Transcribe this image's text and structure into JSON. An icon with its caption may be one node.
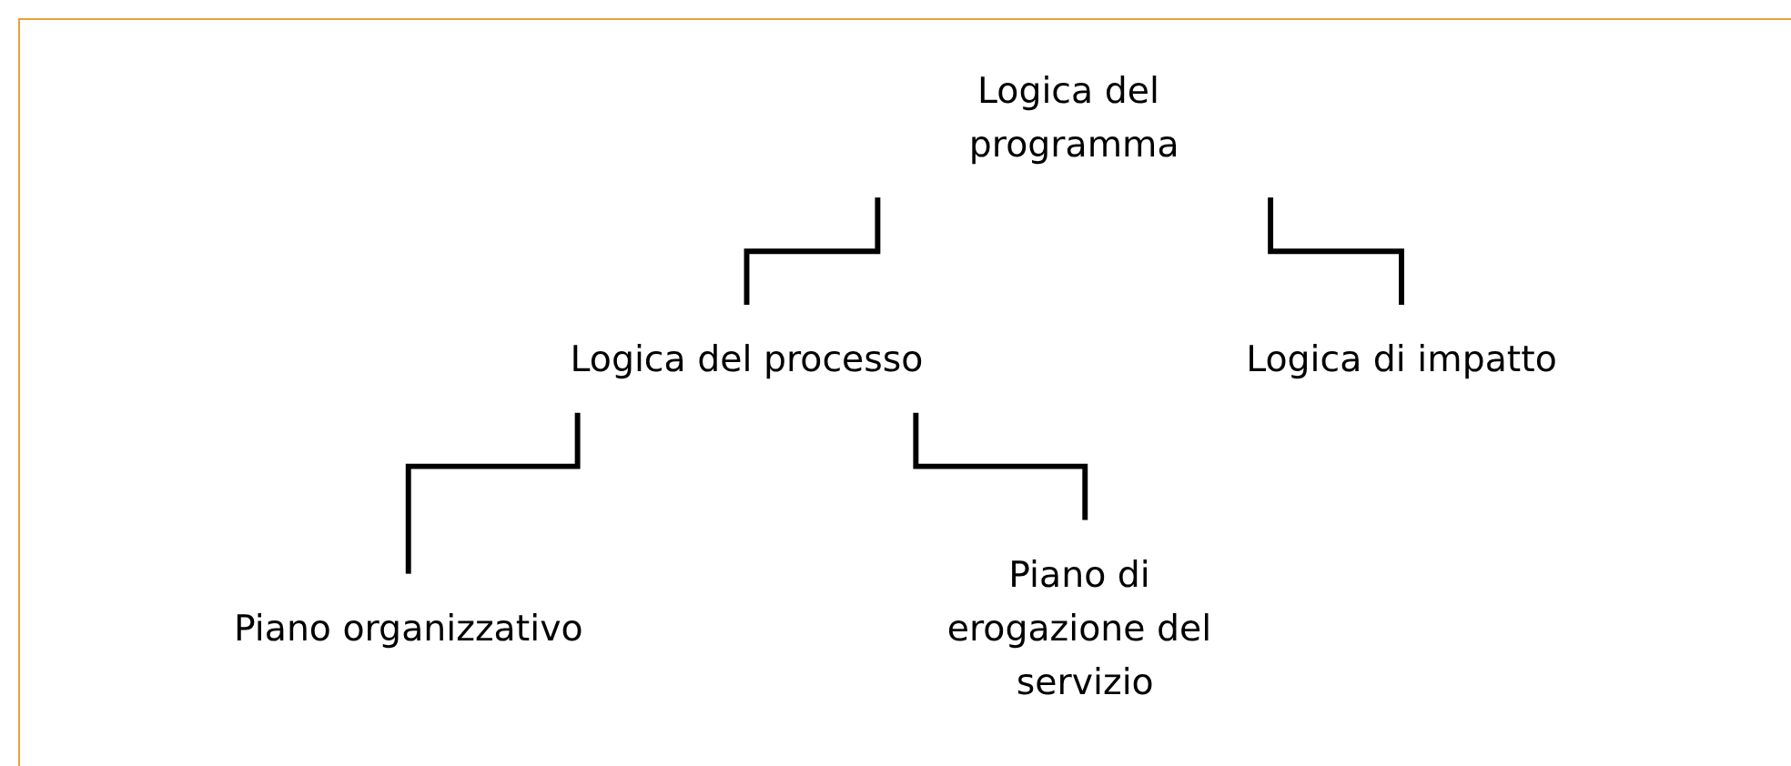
{
  "diagram": {
    "nodes": [
      {
        "text": [
          "Logica del programma"
        ]
      },
      {
        "text": [
          "Logica del processo"
        ]
      },
      {
        "text": [
          "Piano organizzativo"
        ]
      },
      {
        "text": [
          "Piano di erogazione del servizio"
        ]
      },
      {
        "text": [
          "Logica di impatto"
        ]
      }
    ],
    "edges": [
      {
        "from": 0,
        "to": 1,
        "arrow": "none"
      },
      {
        "from": 0,
        "to": 4,
        "arrow": "none"
      },
      {
        "from": 1,
        "to": 2,
        "arrow": "none"
      },
      {
        "from": 1,
        "to": 3,
        "arrow": "none"
      }
    ]
  }
}
